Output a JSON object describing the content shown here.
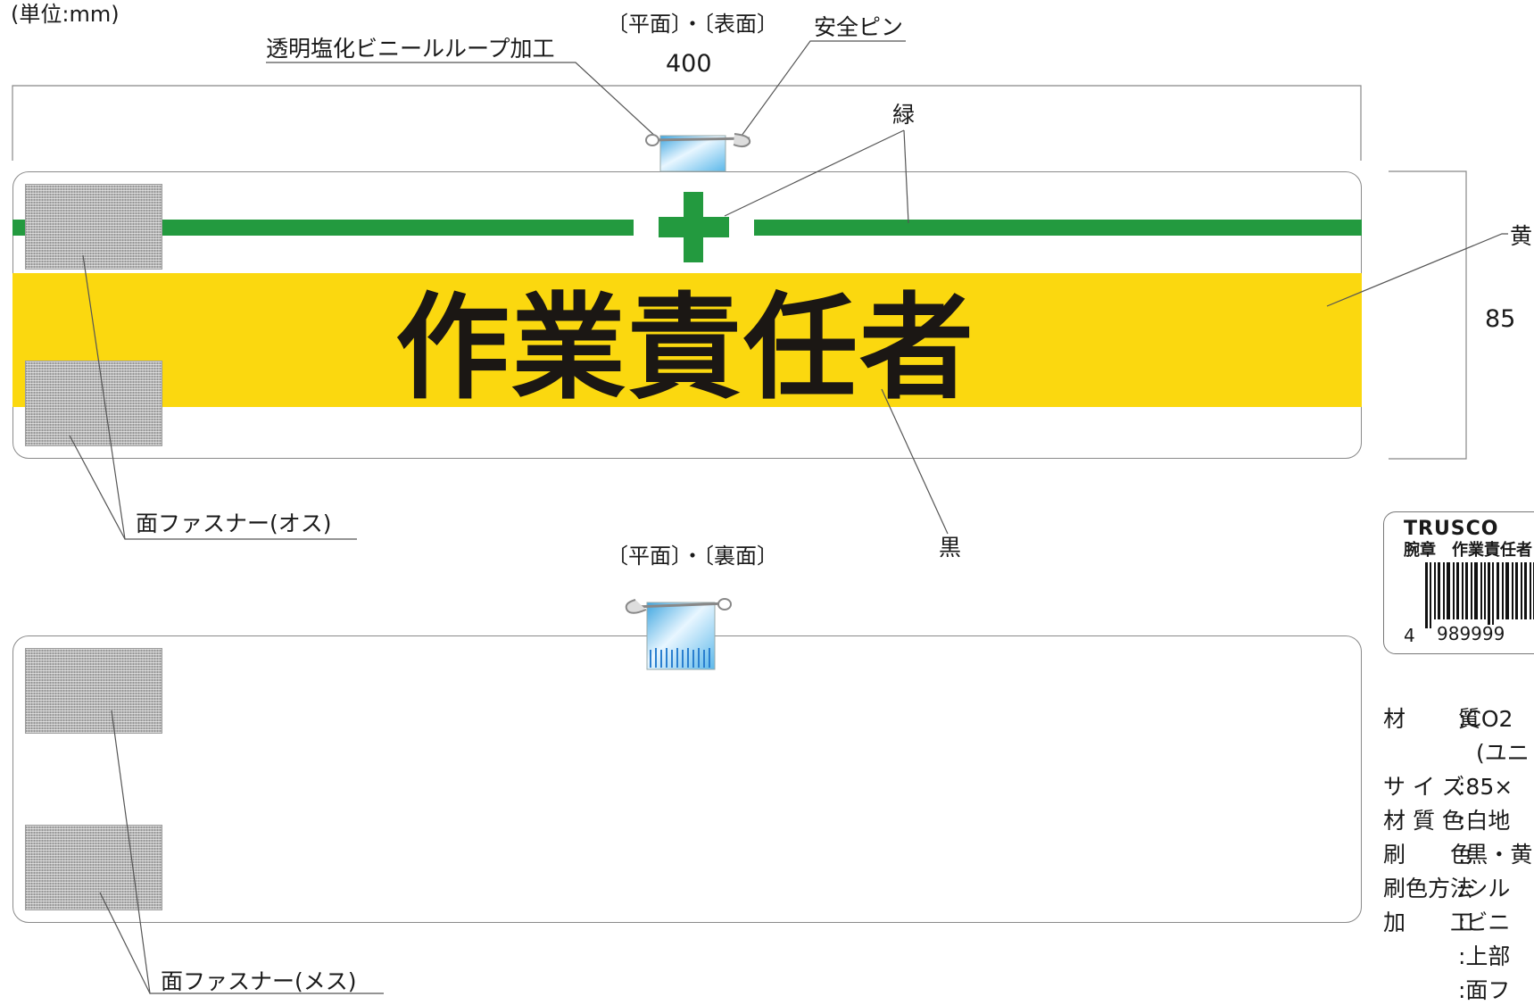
{
  "unit_note": "(単位:mm)",
  "labels": {
    "loop": "透明塩化ビニールループ加工",
    "pin": "安全ピン",
    "front_view": "〔平面〕・〔表面〕",
    "back_view": "〔平面〕・〔裏面〕",
    "width": "400",
    "height": "85",
    "green": "緑",
    "yellow": "黄",
    "black": "黒",
    "fastener_male": "面ファスナー(オス)",
    "fastener_female": "面ファスナー(メス)"
  },
  "armband": {
    "title": "作業責任者"
  },
  "product_label": {
    "brand": "TRUSCO",
    "name": "腕章　作業責任者",
    "barcode_digits_left": "4",
    "barcode_digits": "989999"
  },
  "specs": [
    {
      "key": "材　　質",
      "value": ":CO2"
    },
    {
      "key": "",
      "value": "(ユニ"
    },
    {
      "key": "サ イ ズ",
      "value": ":85×"
    },
    {
      "key": "材 質 色",
      "value": ":白地"
    },
    {
      "key": "刷　　色",
      "value": ":黒・黄"
    },
    {
      "key": "刷色方法",
      "value": ":シル"
    },
    {
      "key": "加　　工",
      "value": ":ビニ"
    },
    {
      "key": "",
      "value": ":上部"
    },
    {
      "key": "",
      "value": ":面フ"
    }
  ],
  "colors": {
    "green": "#239a3f",
    "yellow": "#fbd80f",
    "black": "#1b1714",
    "outline": "#8a8a8a"
  }
}
